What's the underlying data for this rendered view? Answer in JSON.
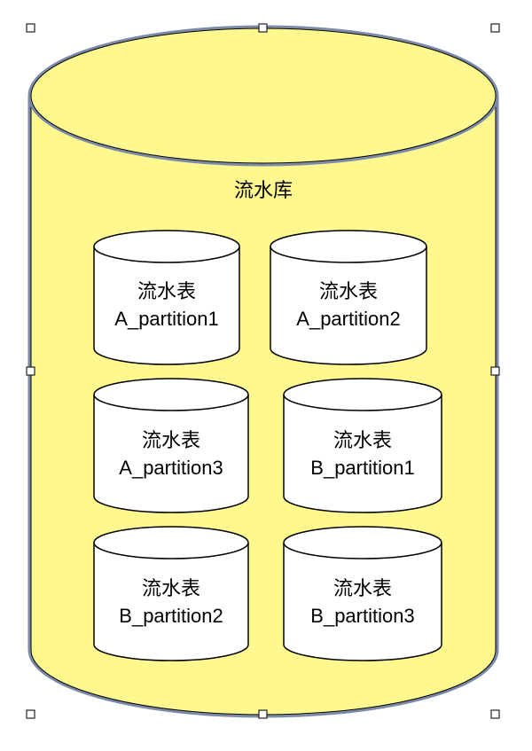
{
  "database": {
    "label": "流水库",
    "fill_color": "#FFF88F",
    "outline_color": "#000000",
    "selection_color": "#7A8AA8"
  },
  "tables": [
    {
      "line1": "流水表",
      "line2": "A_partition1"
    },
    {
      "line1": "流水表",
      "line2": "A_partition2"
    },
    {
      "line1": "流水表",
      "line2": "A_partition3"
    },
    {
      "line1": "流水表",
      "line2": "B_partition1"
    },
    {
      "line1": "流水表",
      "line2": "B_partition2"
    },
    {
      "line1": "流水表",
      "line2": "B_partition3"
    }
  ],
  "table_fill_color": "#FFFFFF"
}
